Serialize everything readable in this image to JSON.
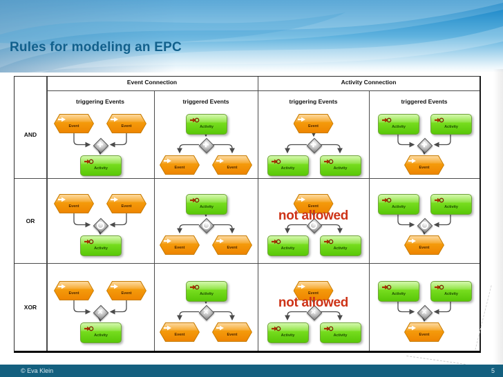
{
  "slide": {
    "title": "Rules for modeling an EPC",
    "footer": {
      "copyright": "© Eva Klein",
      "page_number": "5"
    }
  },
  "colors": {
    "title_text": "#11608C",
    "banner_blue": "#0D7FC4",
    "footer_bar": "#14607F",
    "event_orange": "#F49A0B",
    "event_border": "#C67A00",
    "activity_green": "#6FD41E",
    "gateway_gray": "#9B9B9B",
    "connector_gray": "#4A4A4A",
    "not_allowed_red": "#CD3317",
    "table_border": "#2B2B2B"
  },
  "table": {
    "group_headers": [
      {
        "label": "Event Connection"
      },
      {
        "label": "Activity Connection"
      }
    ],
    "column_headers": [
      "triggering Events",
      "triggered Events",
      "triggering Events",
      "triggered Events"
    ],
    "shape_labels": {
      "event": "Event",
      "activity": "Activity"
    },
    "not_allowed_label": "not allowed",
    "gateway_symbols": {
      "and": "plus-icon",
      "or": "ring-icon",
      "xor": "x-icon"
    },
    "rows": [
      {
        "label": "AND",
        "gateway": "and",
        "cells": [
          {
            "pattern": "join",
            "top": "event",
            "bottom": "activity",
            "allowed": true
          },
          {
            "pattern": "split",
            "top": "activity",
            "bottom": "event",
            "allowed": true
          },
          {
            "pattern": "split",
            "top": "event",
            "bottom": "activity",
            "allowed": true
          },
          {
            "pattern": "join",
            "top": "activity",
            "bottom": "event",
            "allowed": true
          }
        ]
      },
      {
        "label": "OR",
        "gateway": "or",
        "cells": [
          {
            "pattern": "join",
            "top": "event",
            "bottom": "activity",
            "allowed": true
          },
          {
            "pattern": "split",
            "top": "activity",
            "bottom": "event",
            "allowed": true
          },
          {
            "pattern": "split",
            "top": "event",
            "bottom": "activity",
            "allowed": false
          },
          {
            "pattern": "join",
            "top": "activity",
            "bottom": "event",
            "allowed": true
          }
        ]
      },
      {
        "label": "XOR",
        "gateway": "xor",
        "cells": [
          {
            "pattern": "join",
            "top": "event",
            "bottom": "activity",
            "allowed": true
          },
          {
            "pattern": "split",
            "top": "activity",
            "bottom": "event",
            "allowed": true
          },
          {
            "pattern": "split",
            "top": "event",
            "bottom": "activity",
            "allowed": false
          },
          {
            "pattern": "join",
            "top": "activity",
            "bottom": "event",
            "allowed": true
          }
        ]
      }
    ]
  }
}
